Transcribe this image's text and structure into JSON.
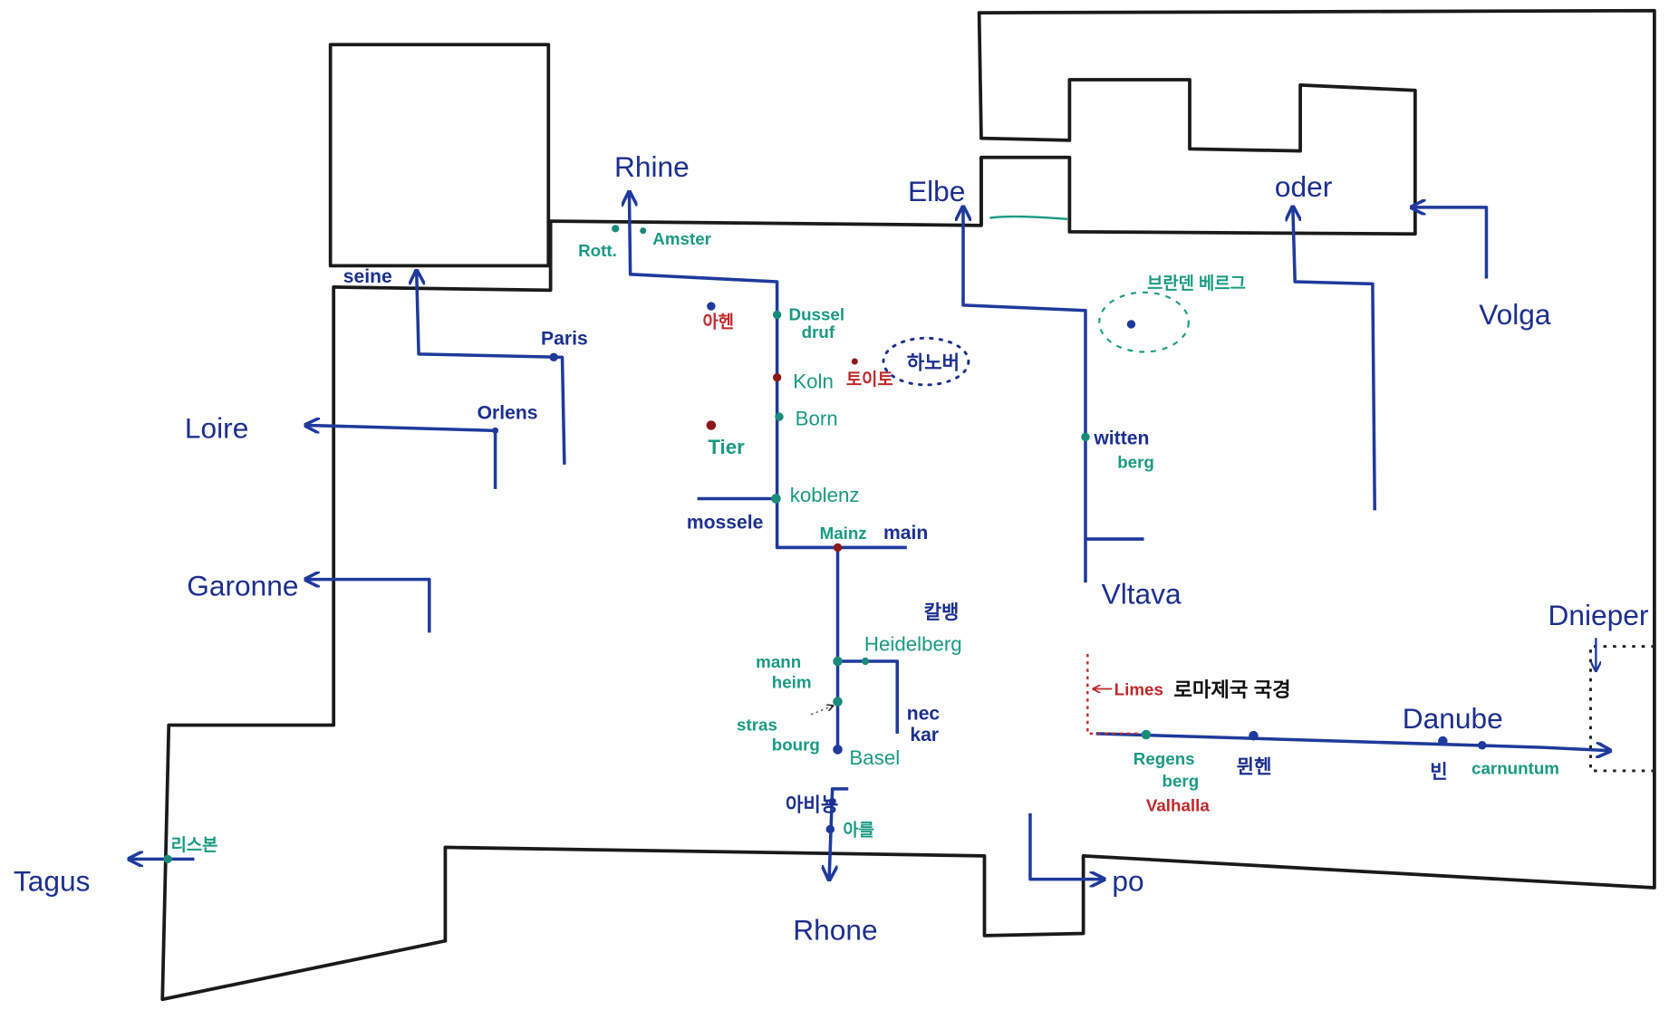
{
  "rivers": {
    "rhine": "Rhine",
    "elbe": "Elbe",
    "oder": "oder",
    "volga": "Volga",
    "seine": "seine",
    "loire": "Loire",
    "garonne": "Garonne",
    "tagus": "Tagus",
    "rhone": "Rhone",
    "po": "po",
    "danube": "Danube",
    "dnieper": "Dnieper",
    "vltava": "Vltava",
    "mosel": "mossele",
    "main": "main",
    "neckar_1": "nec",
    "neckar_2": "kar"
  },
  "cities": {
    "rotterdam": "Rott.",
    "amsterdam": "Amster",
    "dusseldorf_1": "Dussel",
    "dusseldorf_2": "druf",
    "aachen": "아헨",
    "koln": "Koln",
    "teutoburg": "토이토",
    "hannover": "하노버",
    "bonn": "Born",
    "trier": "Tier",
    "koblenz": "koblenz",
    "mainz": "Mainz",
    "karlsruhe": "칼뱅",
    "heidelberg": "Heidelberg",
    "mannheim_1": "mann",
    "mannheim_2": "heim",
    "strasbourg_1": "stras",
    "strasbourg_2": "bourg",
    "basel": "Basel",
    "avignon": "아비뇽",
    "arles": "아를",
    "paris": "Paris",
    "orleans": "Orlens",
    "lisbon": "리스본",
    "brandenburg": "브란덴 베르그",
    "wittenberg_1": "witten",
    "wittenberg_2": "berg",
    "regensburg_1": "Regens",
    "regensburg_2": "berg",
    "valhalla": "Valhalla",
    "munich": "뮌헨",
    "vienna": "빈",
    "carnuntum": "carnuntum"
  },
  "annotations": {
    "limes": "Limes",
    "limes_ko": "로마제국 국경"
  },
  "colors": {
    "river": "#1f3a9c",
    "city": "#1a9a82",
    "red": "#c0282a",
    "coast": "#1a1a1a"
  }
}
